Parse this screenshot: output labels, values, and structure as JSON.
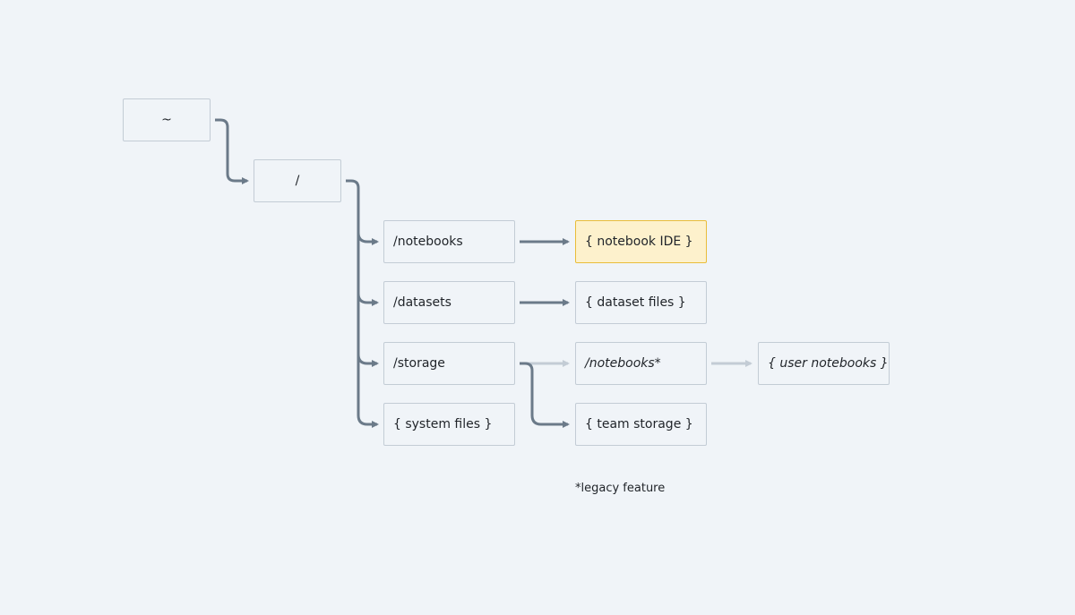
{
  "nodes": {
    "home": "~",
    "root": "/",
    "notebooks": "/notebooks",
    "datasets": "/datasets",
    "storage": "/storage",
    "system_files": "{ system files }",
    "notebook_ide": "{ notebook IDE }",
    "dataset_files": "{ dataset files }",
    "storage_notebooks": "/notebooks*",
    "team_storage": "{ team storage }",
    "user_notebooks": "{ user notebooks }"
  },
  "note": "*legacy feature",
  "colors": {
    "background": "#f0f4f8",
    "node_border": "#c3ccd5",
    "connector": "#6b7a89",
    "connector_legacy": "#c3ccd5",
    "highlight_fill": "#fdf1cc",
    "highlight_border": "#e9bd3a"
  }
}
